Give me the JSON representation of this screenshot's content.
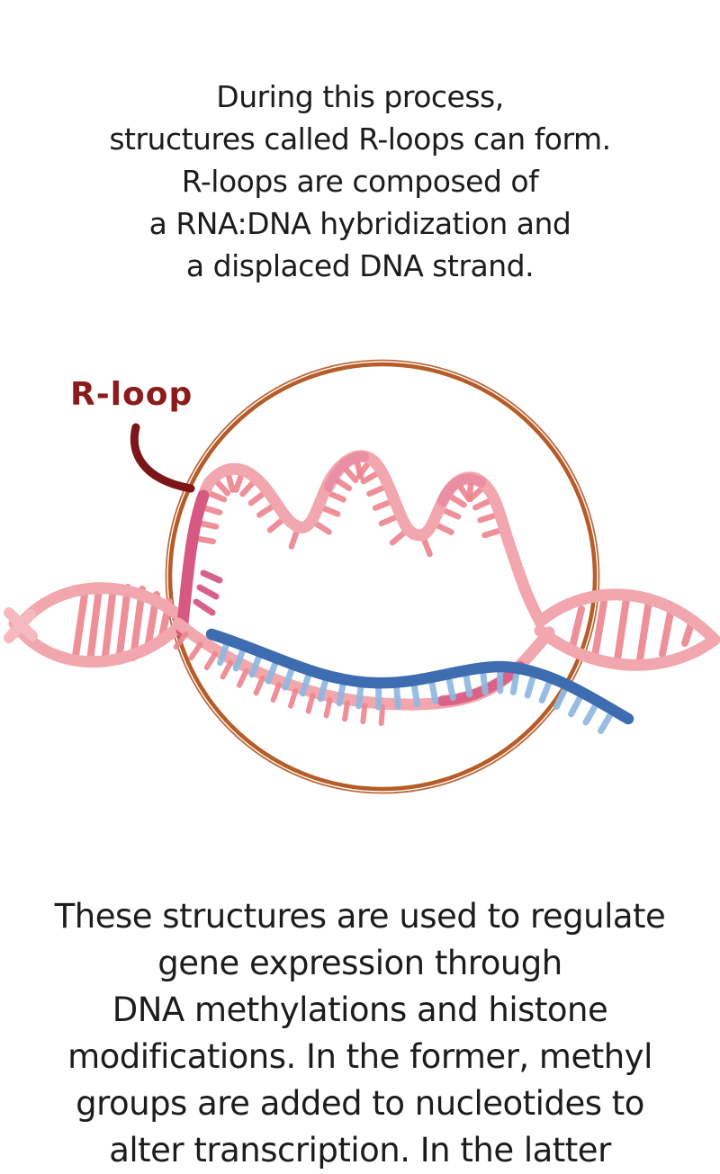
{
  "illustration": {
    "top_text": {
      "lines": [
        "During this process,",
        "structures called R-loops can form.",
        "R-loops are  composed of",
        "a RNA:DNA hybridization and",
        "a displaced DNA strand."
      ]
    },
    "diagram": {
      "label": "R-loop",
      "parts": {
        "circle": "magnified region circle",
        "displaced_strand": "displaced DNA strand",
        "hybrid_pink_strand": "RNA strand of RNA:DNA hybrid",
        "hybrid_blue_strand": "DNA template strand of RNA:DNA hybrid",
        "left_helix": "DNA double helix (left)",
        "right_helix": "DNA double helix (right)"
      },
      "colors": {
        "ink": "#1c1c1c",
        "label": "#8c1b1b",
        "arrow": "#7c1517",
        "circle": "#b65c28",
        "strand_pink": "#f2a6ad",
        "strand_pink_soft": "#f6b9bf",
        "tick_pink": "#ee8691",
        "rung_pink": "#ee9099",
        "magenta": "#d4517c",
        "magenta_soft": "#e27e9d",
        "strand_blue": "#3e6cb0",
        "tick_blue": "#8fb9e0"
      }
    },
    "bottom_text": {
      "lines": [
        "These structures are used to regulate",
        "gene expression through",
        "DNA methylations and histone",
        "modifications. In the former, methyl",
        "groups are added to nucleotides to",
        "alter transcription. In the latter"
      ]
    }
  }
}
